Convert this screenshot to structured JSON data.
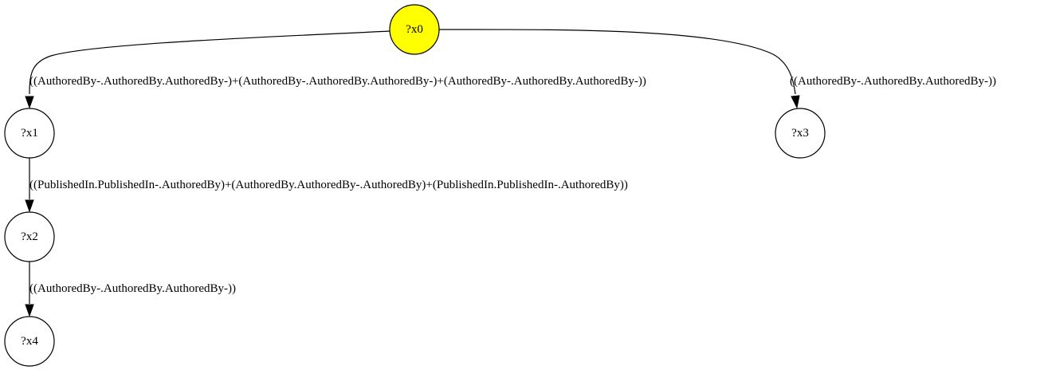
{
  "graph": {
    "nodes": [
      {
        "id": "x0",
        "label": "?x0",
        "fill": "#ffff00"
      },
      {
        "id": "x1",
        "label": "?x1",
        "fill": "#ffffff"
      },
      {
        "id": "x2",
        "label": "?x2",
        "fill": "#ffffff"
      },
      {
        "id": "x3",
        "label": "?x3",
        "fill": "#ffffff"
      },
      {
        "id": "x4",
        "label": "?x4",
        "fill": "#ffffff"
      }
    ],
    "edges": [
      {
        "from": "x0",
        "to": "x1",
        "label": "((AuthoredBy-.AuthoredBy.AuthoredBy-)+(AuthoredBy-.AuthoredBy.AuthoredBy-)+(AuthoredBy-.AuthoredBy.AuthoredBy-))"
      },
      {
        "from": "x0",
        "to": "x3",
        "label": "((AuthoredBy-.AuthoredBy.AuthoredBy-))"
      },
      {
        "from": "x1",
        "to": "x2",
        "label": "((PublishedIn.PublishedIn-.AuthoredBy)+(AuthoredBy.AuthoredBy-.AuthoredBy)+(PublishedIn.PublishedIn-.AuthoredBy))"
      },
      {
        "from": "x2",
        "to": "x4",
        "label": "((AuthoredBy-.AuthoredBy.AuthoredBy-))"
      }
    ]
  }
}
